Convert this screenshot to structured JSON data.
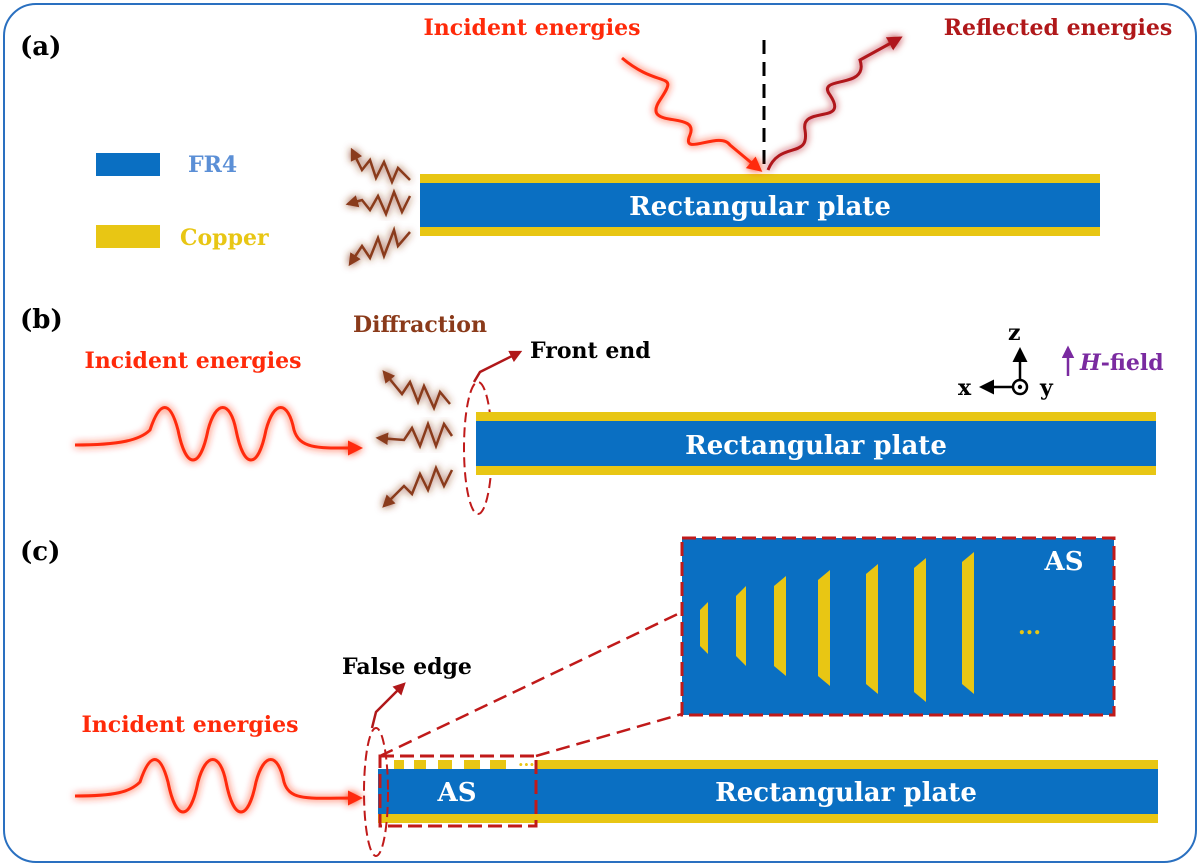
{
  "colors": {
    "fr4": "#0a6fc2",
    "copper": "#e8c614",
    "incident": "#ff2a0a",
    "reflected": "#b0181a",
    "diffraction": "#8a3a1a",
    "frame": "#2a70c0",
    "hfield": "#7a2aa0",
    "zoomBorder": "#c01a1a"
  },
  "legend": {
    "fr4_label": "FR4",
    "copper_label": "Copper"
  },
  "panel_a": {
    "label": "(a)",
    "incident_label": "Incident energies",
    "reflected_label": "Reflected energies",
    "plate_label": "Rectangular plate"
  },
  "panel_b": {
    "label": "(b)",
    "incident_label": "Incident energies",
    "diffraction_label": "Diffraction",
    "front_end_label": "Front end",
    "plate_label": "Rectangular plate",
    "axis_z": "z",
    "axis_x": "x",
    "axis_y": "y",
    "hfield_prefix": "H",
    "hfield_suffix": "-field"
  },
  "panel_c": {
    "label": "(c)",
    "incident_label": "Incident energies",
    "false_edge_label": "False edge",
    "as_label": "AS",
    "zoom_as_label": "AS",
    "ellipsis": "...",
    "plate_label": "Rectangular plate"
  }
}
